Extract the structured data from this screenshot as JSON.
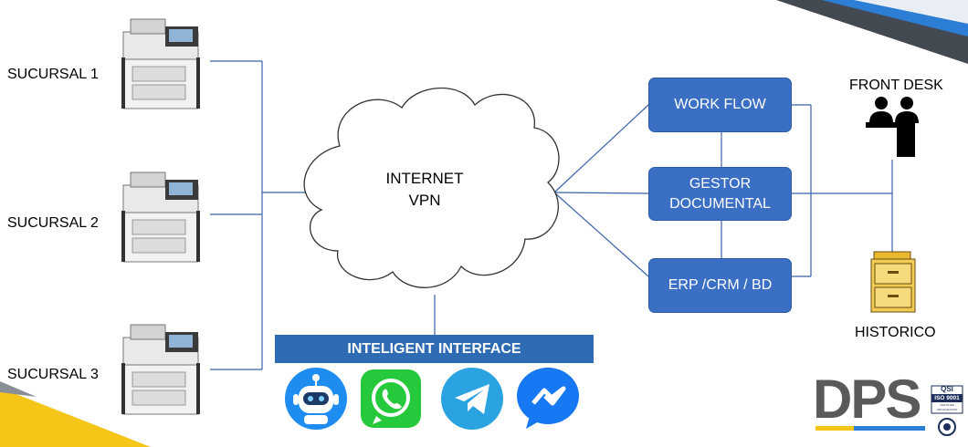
{
  "branches": [
    {
      "label": "SUCURSAL 1"
    },
    {
      "label": "SUCURSAL 2"
    },
    {
      "label": "SUCURSAL 3"
    }
  ],
  "cloud": {
    "line1": "INTERNET",
    "line2": "VPN"
  },
  "systems": {
    "workflow": "WORK FLOW",
    "gestor_line1": "GESTOR",
    "gestor_line2": "DOCUMENTAL",
    "erp": "ERP /CRM / BD"
  },
  "front_desk": "FRONT DESK",
  "historico": "HISTORICO",
  "interface": {
    "title": "INTELIGENT INTERFACE",
    "apps": [
      "chatbot-icon",
      "whatsapp-icon",
      "telegram-icon",
      "messenger-icon"
    ]
  },
  "logo": {
    "text": "DPS",
    "badge_top": "QSI",
    "badge_iso": "ISO 9001",
    "badge_sub": "CERTIFIED ORGANIZATION"
  },
  "colors": {
    "box": "#3b6fc4",
    "line": "#3a62a8",
    "banner": "#2f6bb3",
    "logo_gray": "#5a5a5a",
    "accent_yellow": "#f5c518",
    "accent_blue": "#2c7fd4"
  }
}
